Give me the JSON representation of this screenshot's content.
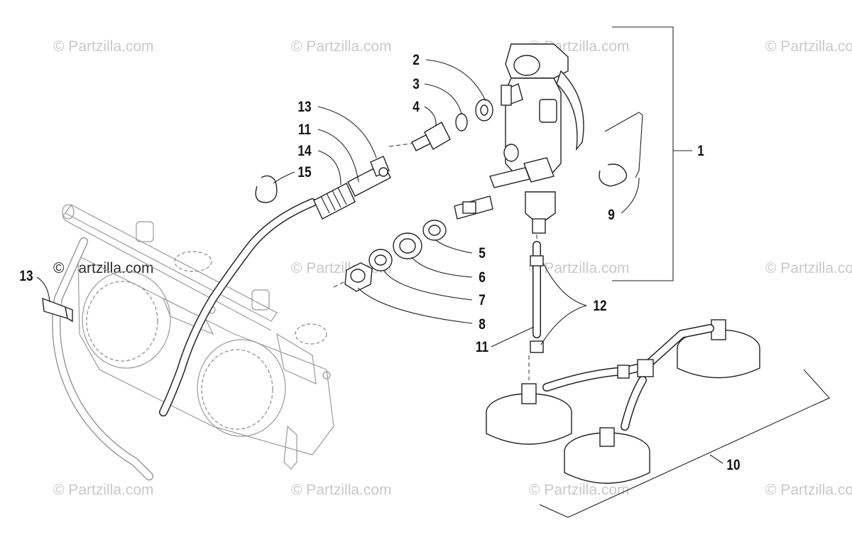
{
  "watermark": {
    "text": "© Partzilla.com",
    "color": "#c9c9c9"
  },
  "callouts": {
    "1": "1",
    "2": "2",
    "3": "3",
    "4": "4",
    "5": "5",
    "6": "6",
    "7": "7",
    "8": "8",
    "9": "9",
    "10": "10",
    "11": "11",
    "12": "12",
    "13": "13",
    "14": "14",
    "15": "15"
  },
  "colors": {
    "line": "#222222",
    "ghost_part": "#8a8a8a",
    "background": "#ffffff"
  },
  "parts": [
    {
      "ref": "1",
      "name": "fuel-pressure-regulator-assembly"
    },
    {
      "ref": "2",
      "name": "washer"
    },
    {
      "ref": "3",
      "name": "o-ring"
    },
    {
      "ref": "4",
      "name": "fitting"
    },
    {
      "ref": "5",
      "name": "washer"
    },
    {
      "ref": "6",
      "name": "washer"
    },
    {
      "ref": "7",
      "name": "washer"
    },
    {
      "ref": "8",
      "name": "nut"
    },
    {
      "ref": "9",
      "name": "wire-clip"
    },
    {
      "ref": "10",
      "name": "tee-junction-fitting-assembly"
    },
    {
      "ref": "11",
      "name": "hose"
    },
    {
      "ref": "12",
      "name": "hose"
    },
    {
      "ref": "13",
      "name": "hose-clamp"
    },
    {
      "ref": "14",
      "name": "spring-sleeve"
    },
    {
      "ref": "15",
      "name": "snap-ring"
    }
  ]
}
